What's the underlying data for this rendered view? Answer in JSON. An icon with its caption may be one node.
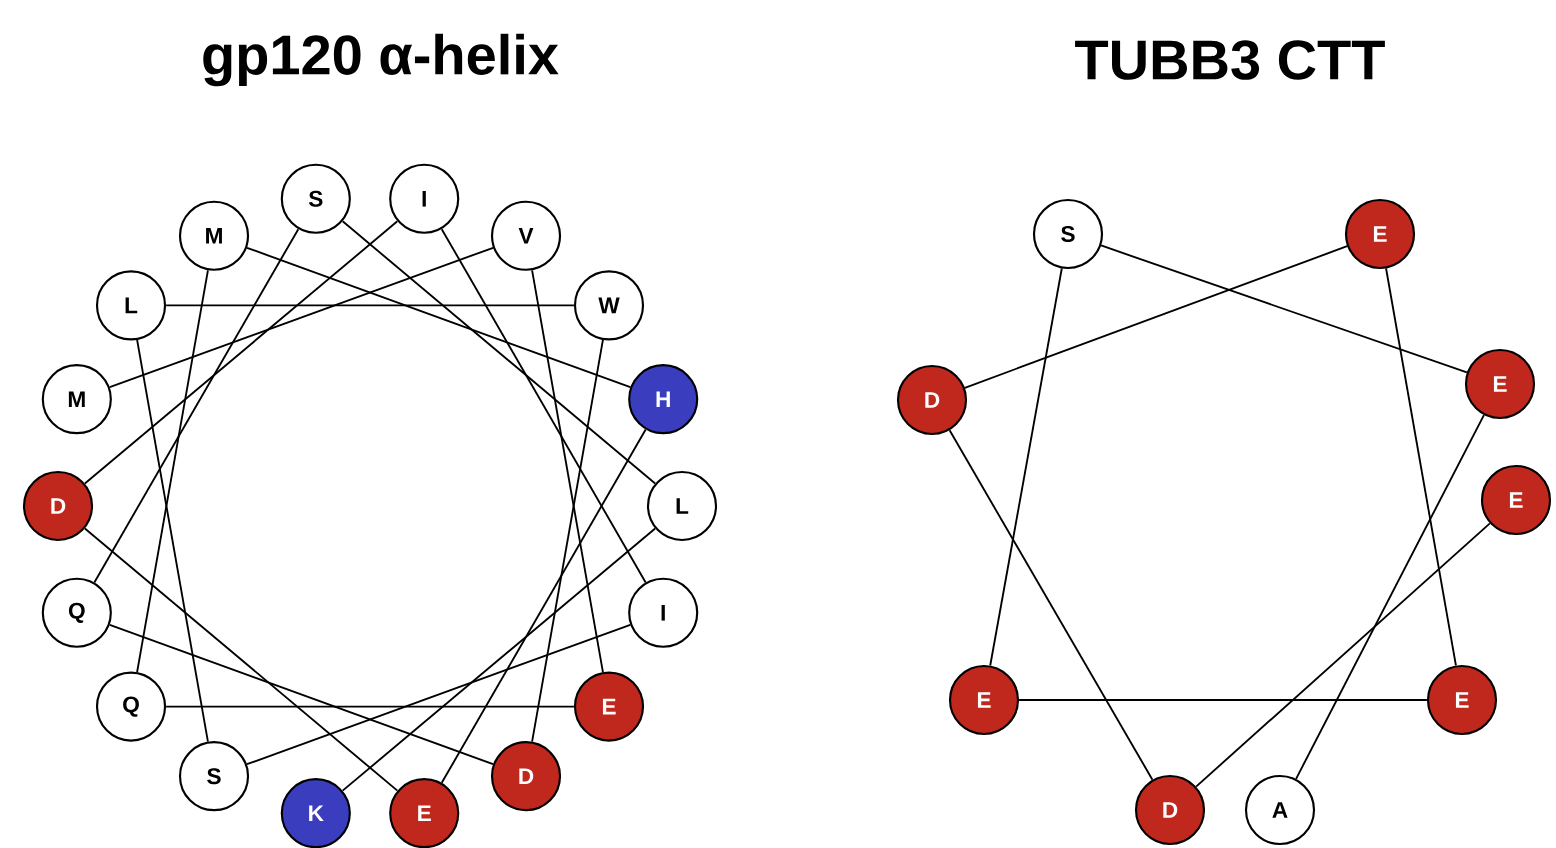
{
  "diagram": {
    "nodes": [
      {
        "text": [
          "S"
        ]
      },
      {
        "text": [
          "I"
        ]
      },
      {
        "text": [
          "V"
        ]
      },
      {
        "text": [
          "W"
        ]
      },
      {
        "text": [
          "H"
        ]
      },
      {
        "text": [
          "L"
        ]
      },
      {
        "text": [
          "I"
        ]
      },
      {
        "text": [
          "E"
        ]
      },
      {
        "text": [
          "D"
        ]
      },
      {
        "text": [
          "E"
        ]
      },
      {
        "text": [
          "K"
        ]
      },
      {
        "text": [
          "S"
        ]
      },
      {
        "text": [
          "Q"
        ]
      },
      {
        "text": [
          "Q"
        ]
      },
      {
        "text": [
          "D"
        ]
      },
      {
        "text": [
          "M"
        ]
      },
      {
        "text": [
          "L"
        ]
      },
      {
        "text": [
          "M"
        ]
      },
      {
        "text": [
          "S"
        ]
      },
      {
        "text": [
          "E"
        ]
      },
      {
        "text": [
          "E"
        ]
      },
      {
        "text": [
          "E"
        ]
      },
      {
        "text": [
          "E"
        ]
      },
      {
        "text": [
          "A"
        ]
      },
      {
        "text": [
          "D"
        ]
      },
      {
        "text": [
          "E"
        ]
      },
      {
        "text": [
          "D"
        ]
      }
    ],
    "edges": [
      {
        "from": 15,
        "to": 2,
        "arrow": "none"
      },
      {
        "from": 2,
        "to": 7,
        "arrow": "none"
      },
      {
        "from": 7,
        "to": 12,
        "arrow": "none"
      },
      {
        "from": 12,
        "to": 17,
        "arrow": "none"
      },
      {
        "from": 17,
        "to": 4,
        "arrow": "none"
      },
      {
        "from": 4,
        "to": 9,
        "arrow": "none"
      },
      {
        "from": 9,
        "to": 14,
        "arrow": "none"
      },
      {
        "from": 14,
        "to": 1,
        "arrow": "none"
      },
      {
        "from": 1,
        "to": 6,
        "arrow": "none"
      },
      {
        "from": 6,
        "to": 11,
        "arrow": "none"
      },
      {
        "from": 11,
        "to": 16,
        "arrow": "none"
      },
      {
        "from": 16,
        "to": 3,
        "arrow": "none"
      },
      {
        "from": 3,
        "to": 8,
        "arrow": "none"
      },
      {
        "from": 8,
        "to": 13,
        "arrow": "none"
      },
      {
        "from": 13,
        "to": 0,
        "arrow": "none"
      },
      {
        "from": 0,
        "to": 5,
        "arrow": "none"
      },
      {
        "from": 5,
        "to": 10,
        "arrow": "none"
      },
      {
        "from": 21,
        "to": 24,
        "arrow": "none"
      },
      {
        "from": 24,
        "to": 26,
        "arrow": "none"
      },
      {
        "from": 26,
        "to": 19,
        "arrow": "none"
      },
      {
        "from": 19,
        "to": 22,
        "arrow": "none"
      },
      {
        "from": 22,
        "to": 25,
        "arrow": "none"
      },
      {
        "from": 25,
        "to": 18,
        "arrow": "none"
      },
      {
        "from": 18,
        "to": 20,
        "arrow": "none"
      },
      {
        "from": 20,
        "to": 23,
        "arrow": "none"
      }
    ],
    "labels": [
      "gp120 α-helix",
      "TUBB3 CTT"
    ]
  }
}
